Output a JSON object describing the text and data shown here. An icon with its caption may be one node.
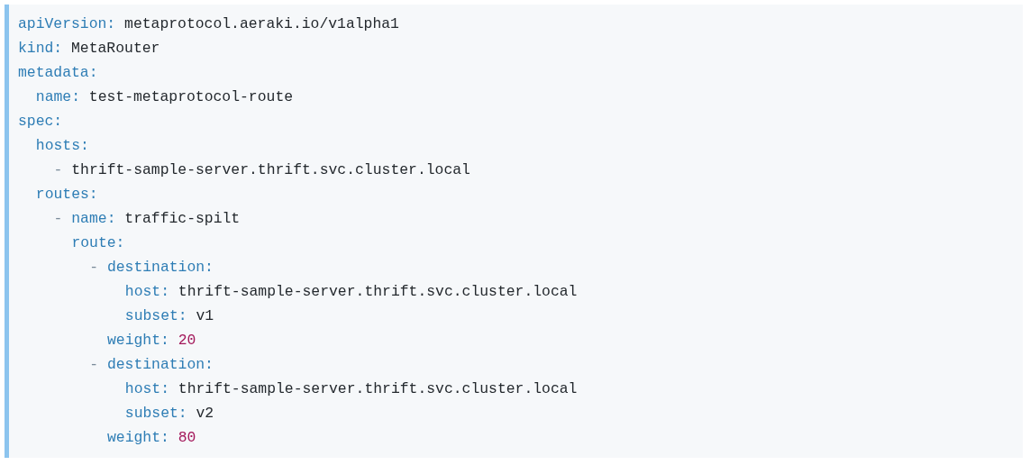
{
  "diagram": {
    "labels": [
      "apiVersion: metaprotocol.aeraki.io/v1alpha1",
      "kind: MetaRouter",
      "metadata:",
      "name: test-metaprotocol-route",
      "spec:",
      "hosts:",
      "- thrift-sample-server.thrift.svc.cluster.local",
      "routes:",
      "- name: traffic-spilt",
      "route:",
      "- destination:",
      "host: thrift-sample-server.thrift.svc.cluster.local",
      "subset: v1",
      "weight: 20",
      "- destination:",
      "host: thrift-sample-server.thrift.svc.cluster.local",
      "subset: v2",
      "weight: 80"
    ]
  }
}
